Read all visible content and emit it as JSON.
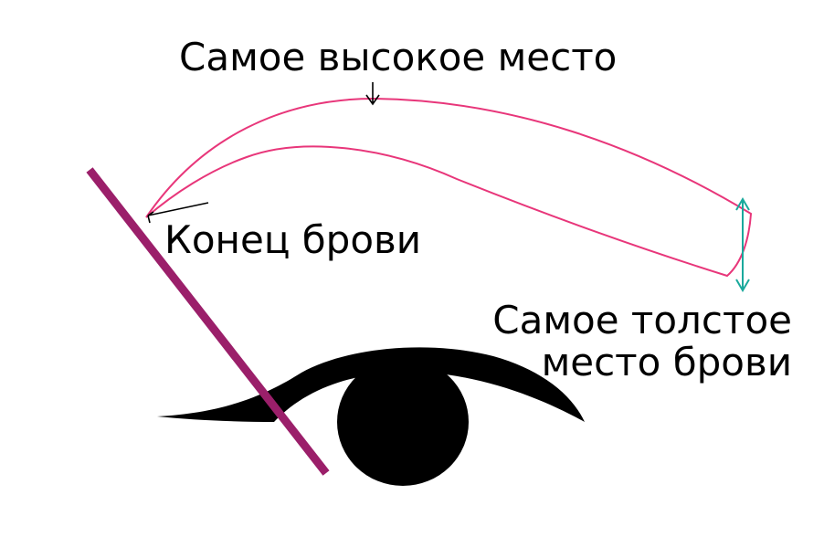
{
  "labels": {
    "highest_point": "Самое высокое место",
    "brow_end": "Конец брови",
    "thickest_line1": "Самое толстое",
    "thickest_line2": "место брови"
  },
  "colors": {
    "brow_outline": "#e8367a",
    "guide_line": "#9b1f6a",
    "thickness_marker": "#1aa99c",
    "eye": "#000000",
    "background": "#ffffff"
  }
}
